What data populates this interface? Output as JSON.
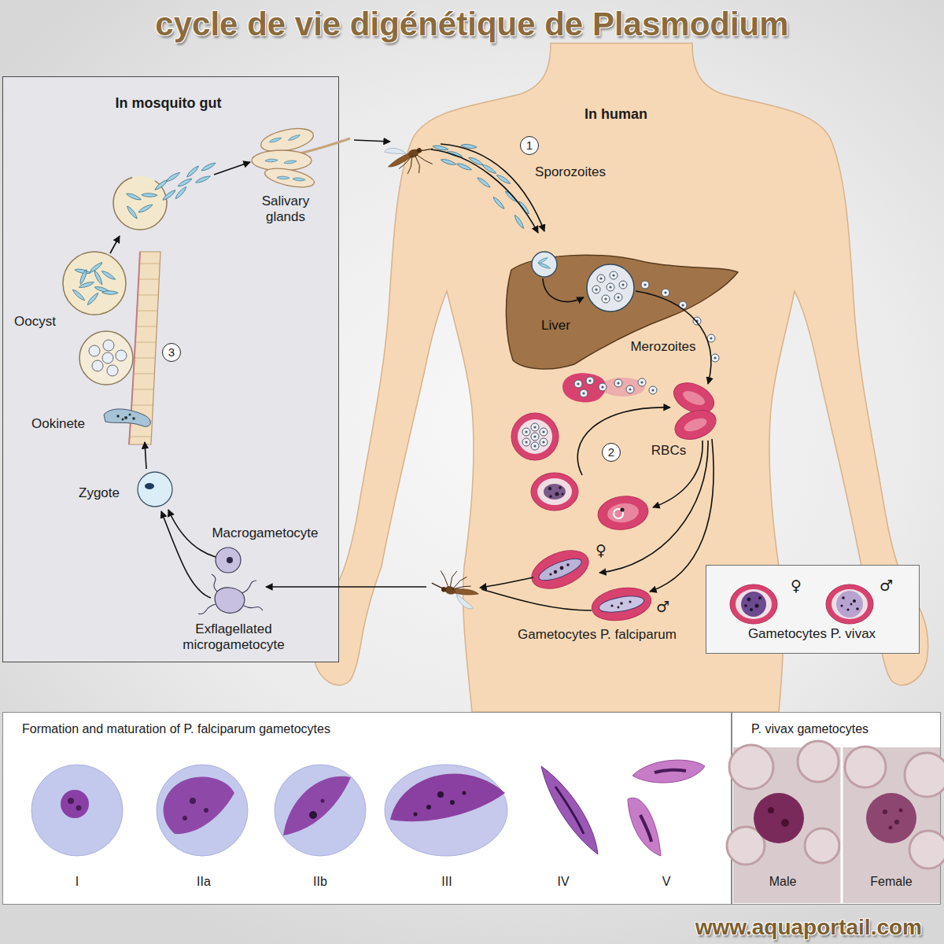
{
  "diagram": {
    "title": "cycle de vie digénétique de Plasmodium",
    "nodes": [
      {
        "text": [
          "In mosquito gut"
        ]
      },
      {
        "text": [
          "3"
        ],
        "in": 0
      },
      {
        "text": [
          "In human"
        ]
      },
      {
        "text": [
          "1"
        ],
        "in": 2
      },
      {
        "text": [
          "Liver"
        ],
        "in": 2
      },
      {
        "text": [
          "2"
        ],
        "in": 2
      },
      {
        "text": [
          "Gametocytes P. vivax"
        ]
      },
      {
        "text": [
          "Formation and maturation of P. falciparum gametocytes"
        ]
      },
      {
        "text": [
          "P. vivax gametocytes"
        ]
      }
    ],
    "labels": [
      "Salivary glands",
      "Sporozoites",
      "Oocyst",
      "Merozoites",
      "Ookinete",
      "RBCs",
      "Zygote",
      "Macrogametocyte",
      "♀",
      "♀",
      "♂",
      "♂",
      "Exflagellated microgametocyte",
      "Gametocytes P. falciparum",
      "I",
      "IIa",
      "IIb",
      "III",
      "IV",
      "V",
      "Male",
      "Female",
      "www.aquaportail.com"
    ]
  }
}
